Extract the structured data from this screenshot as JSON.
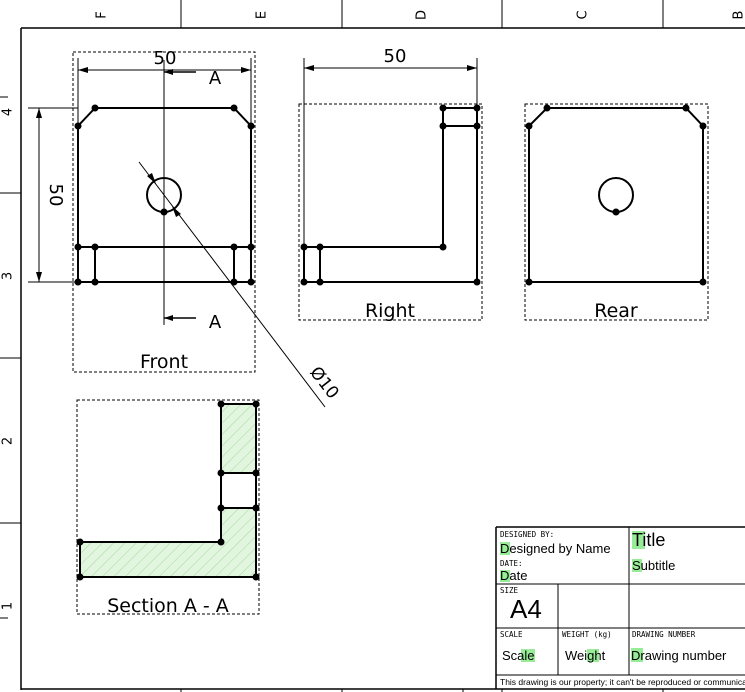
{
  "border_columns": [
    "F",
    "E",
    "D",
    "C",
    "B"
  ],
  "border_rows": [
    "4",
    "3",
    "2",
    "1"
  ],
  "views": {
    "front": "Front",
    "right": "Right",
    "rear": "Rear",
    "section": "Section A - A"
  },
  "dimensions": {
    "front_width": "50",
    "front_height": "50",
    "right_width": "50",
    "hole_diameter": "Ø10"
  },
  "section_marks": {
    "top": "A",
    "bottom": "A"
  },
  "title_block": {
    "designed_by_label": "DESIGNED BY:",
    "designed_by": "Designed by Name",
    "date_label": "DATE:",
    "date": "Date",
    "size_label": "SIZE",
    "size": "A4",
    "title": "Title",
    "subtitle": "Subtitle",
    "scale_label": "SCALE",
    "scale": "Scale",
    "weight_label": "WEIGHT (kg)",
    "weight": "Weight",
    "drawing_number_label": "DRAWING NUMBER",
    "drawing_number": "Drawing number",
    "footer": "This drawing is our property; it can't be reproduced or communicated without our written consent."
  },
  "colors": {
    "line": "#000000",
    "section_fill": "#e2f5df",
    "editable_highlight": "#44dd44"
  }
}
